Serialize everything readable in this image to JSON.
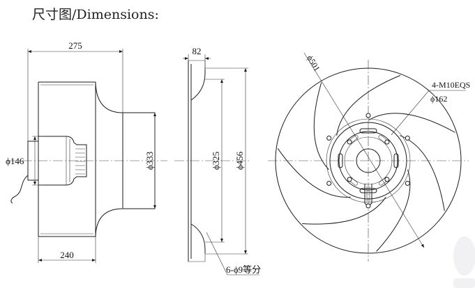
{
  "title": "尺寸图/Dimensions:",
  "dimensions": {
    "total_depth": "275",
    "inlet_depth": "240",
    "motor_diameter": "ϕ146",
    "outlet_diameter": "ϕ333",
    "ring_width": "82",
    "inner_diameter": "ϕ325",
    "ring_diameter": "ϕ456",
    "mounting_holes": "6-ϕ9等分",
    "impeller_diameter": "ϕ501",
    "motor_bolts": "4-M10EQS",
    "bolt_circle": "ϕ162"
  }
}
